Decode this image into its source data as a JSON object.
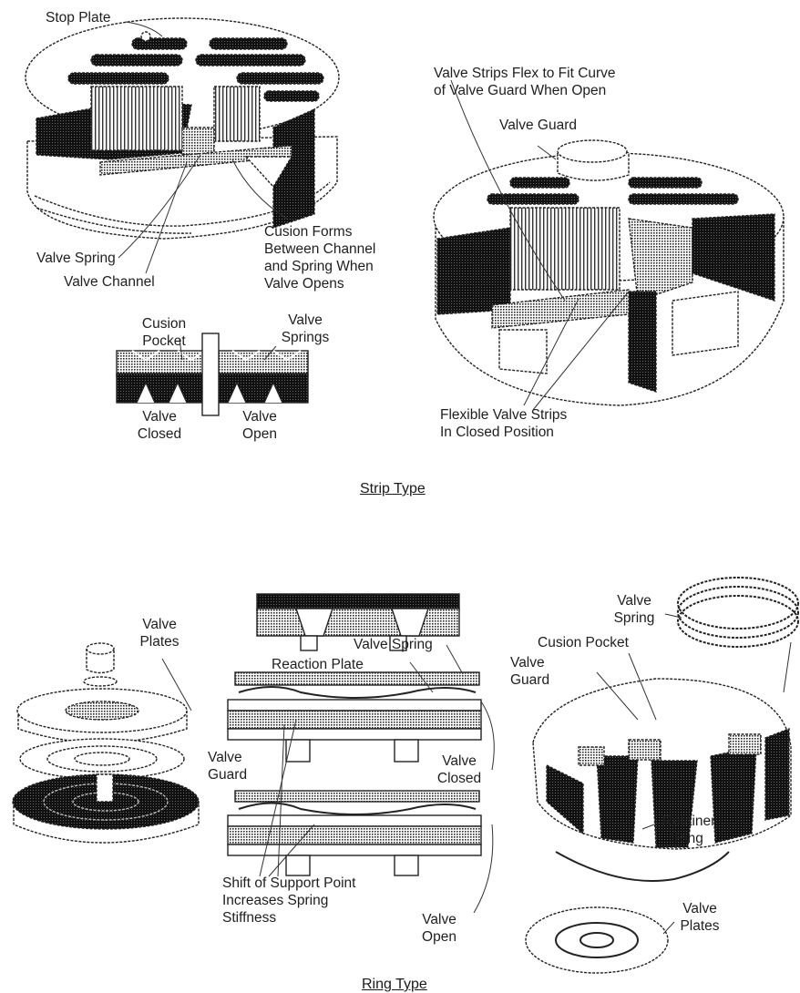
{
  "strip_type": {
    "caption": "Strip Type",
    "labels": {
      "stop_plate": "Stop Plate",
      "valve_spring": "Valve Spring",
      "valve_channel": "Valve Channel",
      "cushion_forms": [
        "Cusion Forms",
        "Between Channel",
        "and Spring When",
        "Valve Opens"
      ],
      "cushion_pocket": [
        "Cusion",
        "Pocket"
      ],
      "valve_springs": [
        "Valve",
        "Springs"
      ],
      "valve_closed": [
        "Valve",
        "Closed"
      ],
      "valve_open": [
        "Valve",
        "Open"
      ],
      "strips_flex": [
        "Valve Strips Flex to Fit Curve",
        "of Valve Guard When Open"
      ],
      "valve_guard": "Valve Guard",
      "flexible_strips": [
        "Flexible Valve Strips",
        "In Closed Position"
      ]
    }
  },
  "ring_type": {
    "caption": "Ring Type",
    "labels": {
      "valve_plates_left": [
        "Valve",
        "Plates"
      ],
      "valve_spring_mid": "Valve Spring",
      "reaction_plate": "Reaction Plate",
      "valve_guard_mid": [
        "Valve",
        "Guard"
      ],
      "valve_closed": [
        "Valve",
        "Closed"
      ],
      "shift_support": [
        "Shift of Support Point",
        "Increases Spring",
        "Stiffness"
      ],
      "valve_open": [
        "Valve",
        "Open"
      ],
      "valve_spring_right": [
        "Valve",
        "Spring"
      ],
      "cushion_pocket": "Cusion Pocket",
      "valve_guard_right": [
        "Valve",
        "Guard"
      ],
      "retainer_ring": [
        "Retainer",
        "Ring"
      ],
      "valve_plates_right": [
        "Valve",
        "Plates"
      ]
    }
  }
}
